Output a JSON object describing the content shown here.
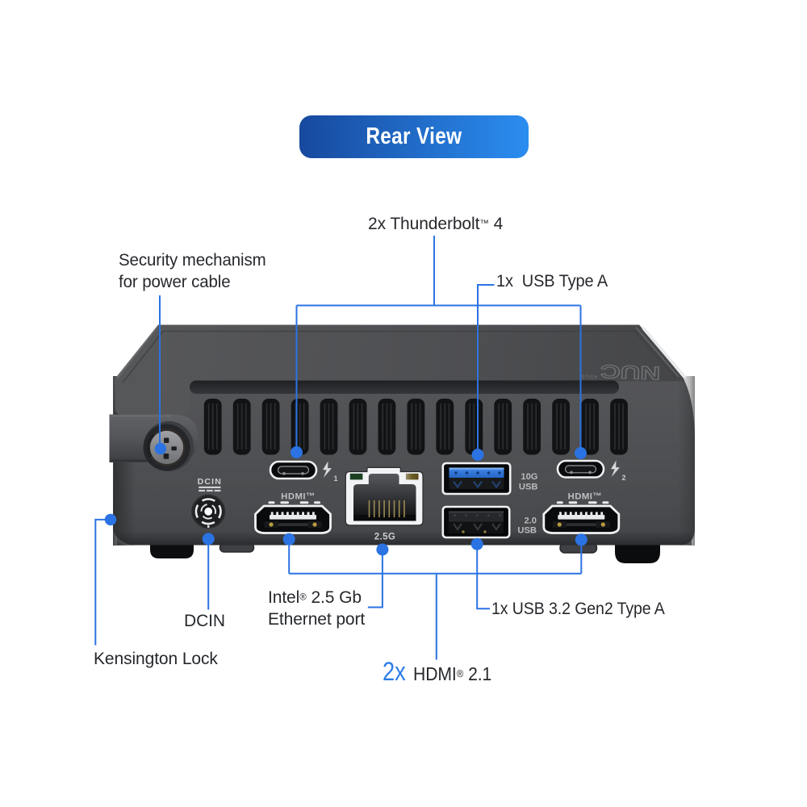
{
  "view_button": {
    "label": "Rear View",
    "gradient_left": "#17499E",
    "gradient_right": "#2B8DF0",
    "text_color": "#FFFFFF"
  },
  "callouts": {
    "line_color": "#2B73E3",
    "text_color": "#26282C",
    "accent_text_color": "#2E7CE8",
    "thunderbolt": {
      "label": "2x Thunderbolt™ 4"
    },
    "security": {
      "line1": "Security mechanism",
      "line2": "for power cable"
    },
    "usb_type_a": {
      "label": "1x  USB Type A"
    },
    "dcin": {
      "label": "DCIN"
    },
    "ethernet": {
      "line1": "Intel® 2.5 Gb",
      "line2": "Ethernet port"
    },
    "usb_32_gen2": {
      "label": "1x USB 3.2 Gen2 Type A"
    },
    "kensington": {
      "label": "Kensington Lock"
    },
    "hdmi": {
      "prefix": "2x",
      "label": "HDMI® 2.1"
    }
  },
  "device": {
    "body_color": "#505154",
    "print": {
      "dcin": "DCIN",
      "hdmi_left": "HDMI™",
      "hdmi_right": "HDMI™",
      "ethernet_speed": "2.5G",
      "usb10g_line1": "10G",
      "usb10g_line2": "USB",
      "usb20_line1": "2.0",
      "usb20_line2": "USB",
      "thunderbolt1_index": "1",
      "thunderbolt2_index": "2",
      "logo_main": "NUC",
      "logo_sub": "ASUS"
    }
  }
}
